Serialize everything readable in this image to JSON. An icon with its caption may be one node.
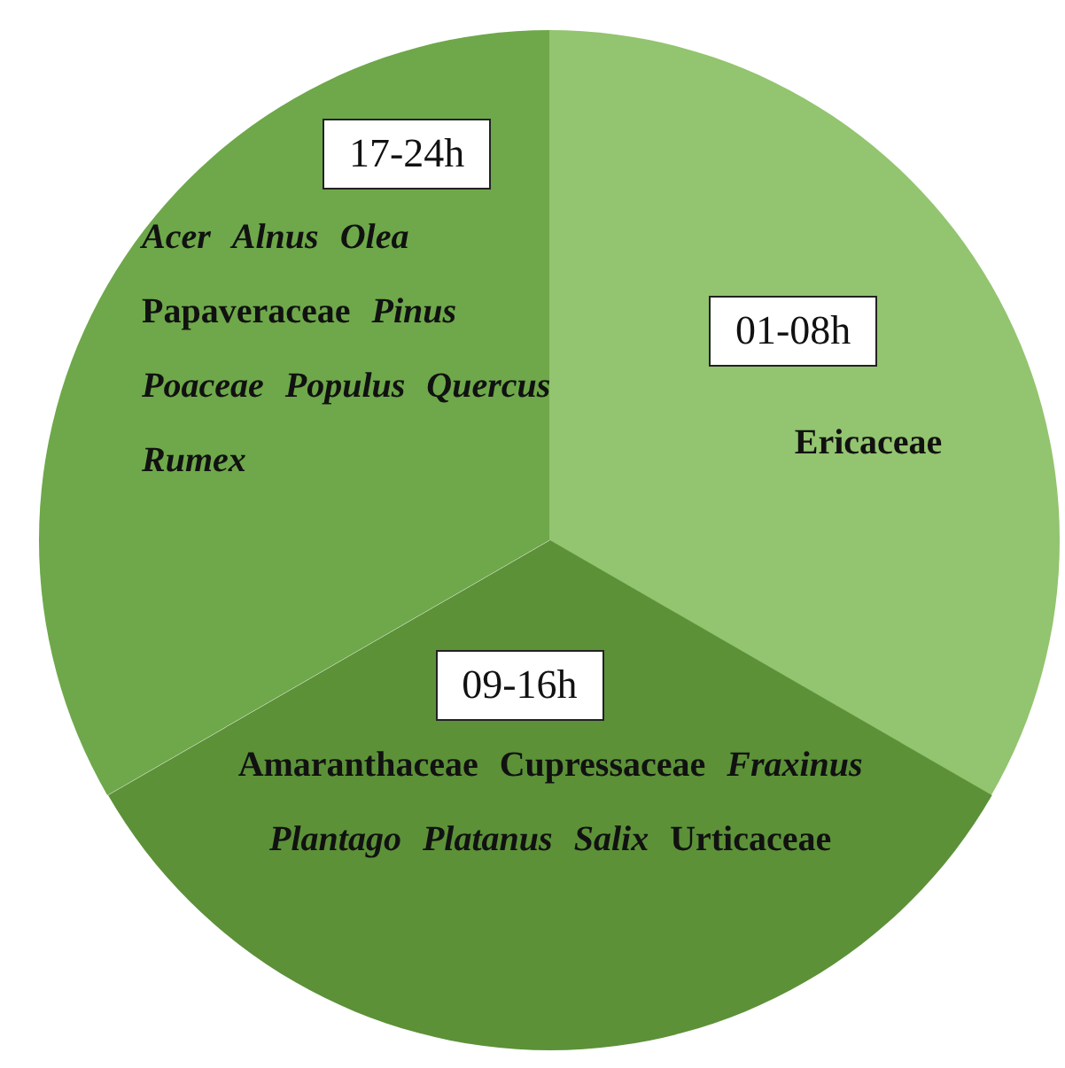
{
  "diagram": {
    "nodes": [
      {
        "text": [
          "*Acer* *Alnus* *Olea* Papaveraceae *Pinus* *Poaceae* *Populus* *Quercus* *Rumex*"
        ]
      },
      {
        "text": [
          "17-24h"
        ],
        "in": 0
      },
      {
        "text": [
          "Ericaceae"
        ]
      },
      {
        "text": [
          "01-08h"
        ],
        "in": 2
      },
      {
        "text": [
          "Amaranthaceae Cupressaceae *Fraxinus* *Plantago* *Platanus* *Salix* Urticaceae"
        ]
      },
      {
        "text": [
          "09-16h"
        ],
        "in": 4
      }
    ]
  }
}
